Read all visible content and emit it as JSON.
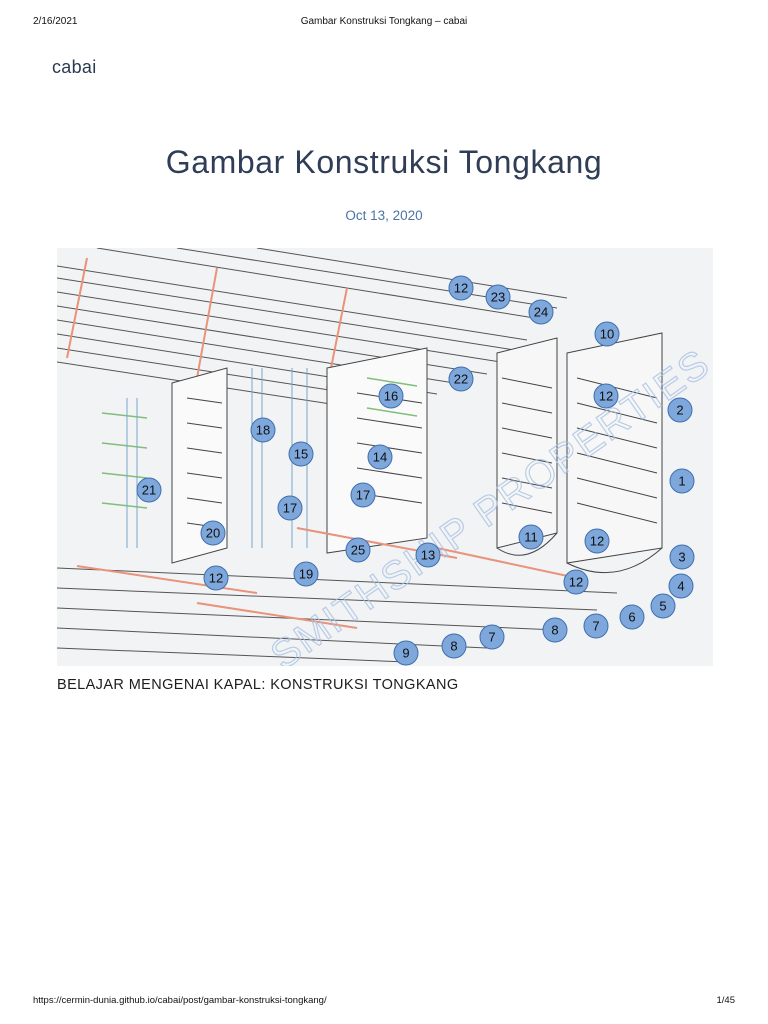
{
  "print_header": {
    "date": "2/16/2021",
    "title": "Gambar Konstruksi Tongkang – cabai"
  },
  "site": {
    "name": "cabai"
  },
  "post": {
    "title": "Gambar Konstruksi Tongkang",
    "date": "Oct 13, 2020",
    "caption": "BELAJAR MENGENAI KAPAL: KONSTRUKSI TONGKANG"
  },
  "figure": {
    "watermark": "SMITHSHIP PROPERTIES",
    "callouts": [
      "12",
      "23",
      "24",
      "10",
      "22",
      "16",
      "12",
      "2",
      "18",
      "15",
      "14",
      "1",
      "21",
      "17",
      "17",
      "11",
      "12",
      "20",
      "25",
      "13",
      "3",
      "12",
      "19",
      "12",
      "4",
      "5",
      "6",
      "7",
      "8",
      "7",
      "8",
      "9"
    ]
  },
  "print_footer": {
    "url": "https://cermin-dunia.github.io/cabai/post/gambar-konstruksi-tongkang/",
    "page": "1/45"
  },
  "colors": {
    "callout_fill": "#7ea7dc",
    "title": "#2f3d57",
    "date": "#4a74a6",
    "frame_orange": "#e8937a",
    "frame_green": "#7fbf7a"
  }
}
